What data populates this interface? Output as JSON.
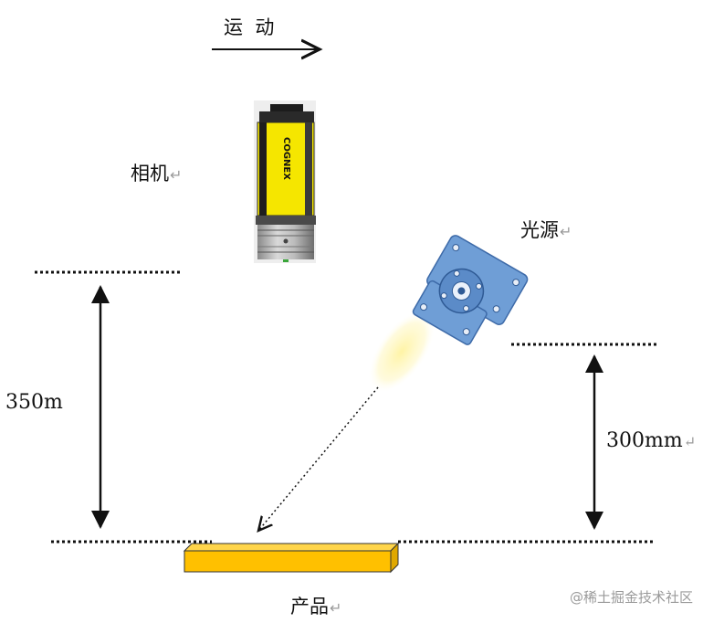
{
  "motion_label": "运  动",
  "camera_label": "相机",
  "light_label": "光源",
  "product_label": "产品",
  "camera_height": "350m",
  "light_height": "300mm",
  "camera_brand": "COGNEX",
  "return_mark": "↵",
  "watermark": "@稀土掘金技术社区",
  "colors": {
    "camera_body": "#f5e600",
    "light_body": "#6f9ed6",
    "product": "#ffc000",
    "light_beam": "#fff6b0"
  }
}
